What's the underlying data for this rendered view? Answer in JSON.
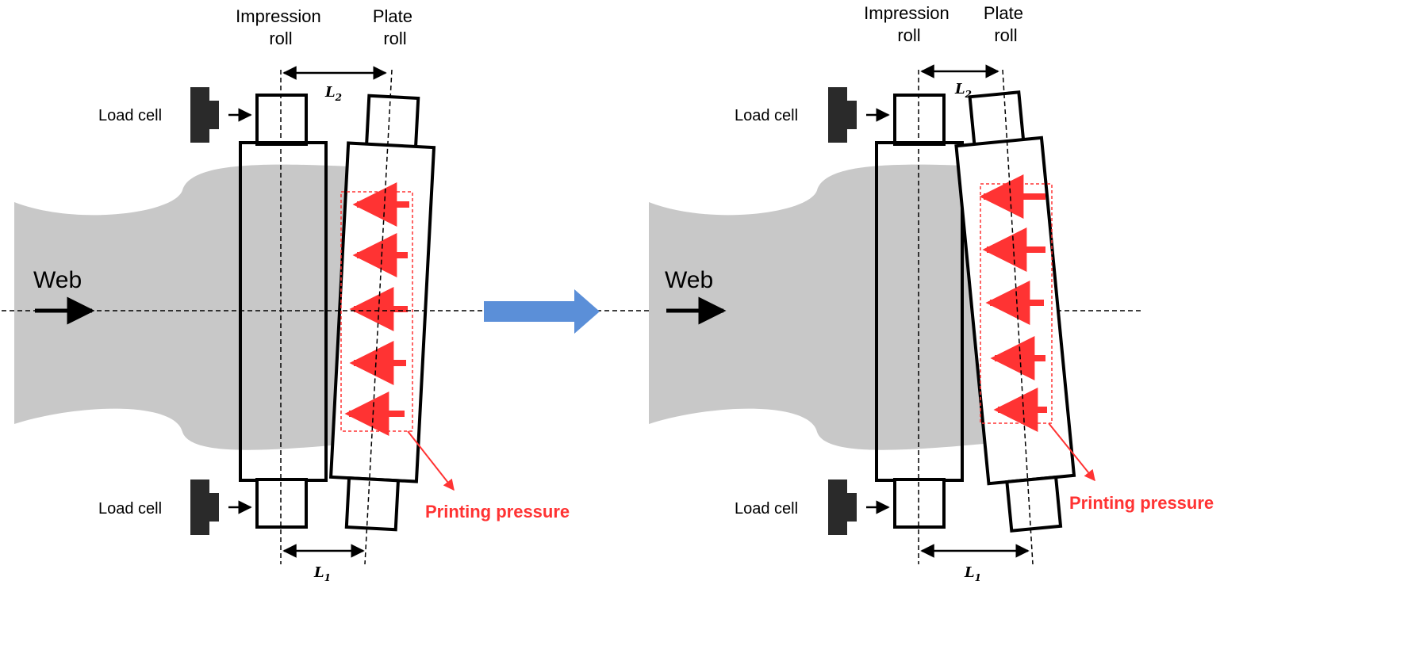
{
  "colors": {
    "web": "#c8c8c8",
    "roll_stroke": "#000000",
    "load_cell": "#2a2a2a",
    "pressure": "#ff3333",
    "transition_arrow": "#5b8fd8"
  },
  "icons": {
    "transition": "right-arrow-icon",
    "load_cell": "load-cell-icon"
  },
  "left_panel": {
    "impression_roll": [
      "Impression",
      "roll"
    ],
    "plate_roll": [
      "Plate",
      "roll"
    ],
    "load_cell_top": "Load cell",
    "load_cell_bottom": "Load cell",
    "web": "Web",
    "pressure": "Printing pressure",
    "l2": {
      "base": "L",
      "sub": "2"
    },
    "l1": {
      "base": "L",
      "sub": "1"
    }
  },
  "right_panel": {
    "impression_roll": [
      "Impression",
      "roll"
    ],
    "plate_roll": [
      "Plate",
      "roll"
    ],
    "load_cell_top": "Load cell",
    "load_cell_bottom": "Load cell",
    "web": "Web",
    "pressure": "Printing pressure",
    "l2": {
      "base": "L",
      "sub": "2"
    },
    "l1": {
      "base": "L",
      "sub": "1"
    }
  }
}
